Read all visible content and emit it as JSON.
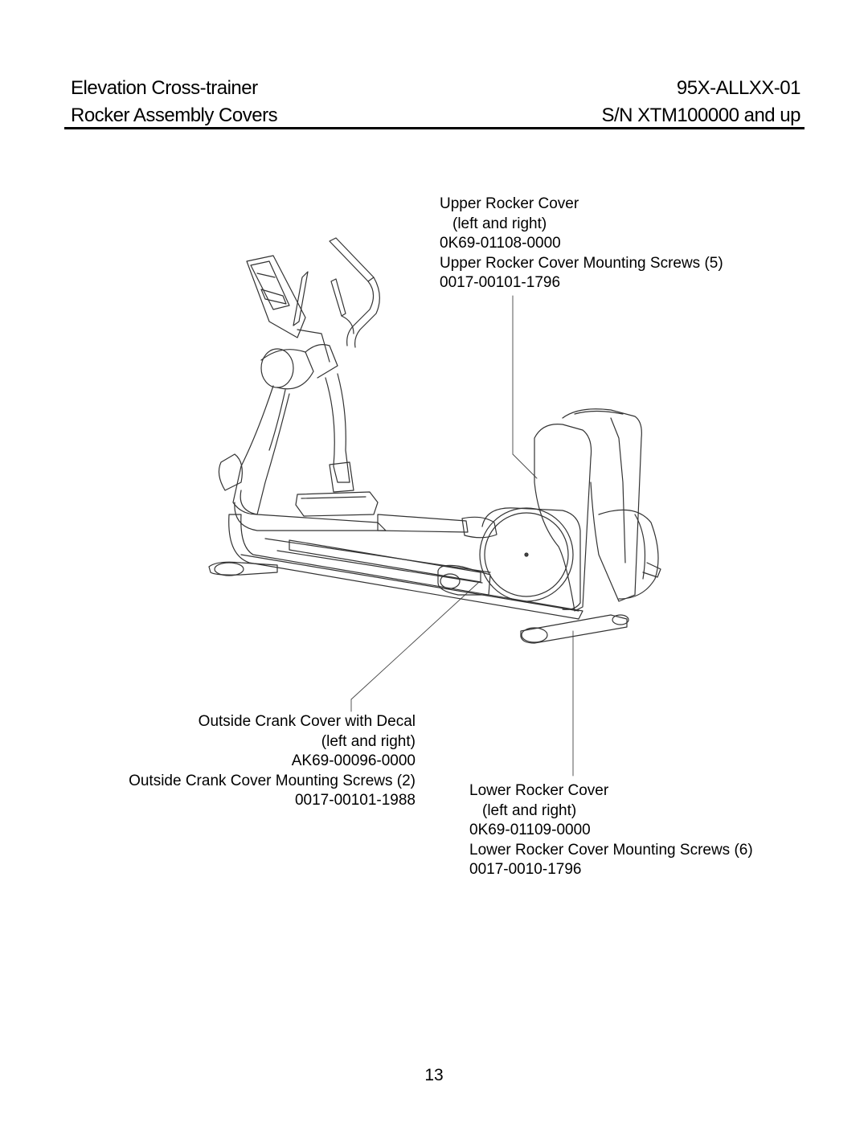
{
  "header": {
    "title_left": "Elevation Cross-trainer",
    "title_right": "95X-ALLXX-01",
    "subtitle_left": "Rocker Assembly Covers",
    "subtitle_right": "S/N XTM100000 and up"
  },
  "callouts": {
    "upper": {
      "name": "Upper Rocker Cover",
      "sides": "(left and right)",
      "part_no": "0K69-01108-0000",
      "screws": "Upper Rocker Cover Mounting Screws (5)",
      "screw_no": "0017-00101-1796"
    },
    "crank": {
      "name": "Outside Crank Cover with Decal",
      "sides": "(left and right)",
      "part_no": "AK69-00096-0000",
      "screws": "Outside Crank Cover Mounting Screws (2)",
      "screw_no": "0017-00101-1988"
    },
    "lower": {
      "name": "Lower Rocker Cover",
      "sides": "(left and right)",
      "part_no": "0K69-01109-0000",
      "screws": "Lower Rocker Cover Mounting Screws (6)",
      "screw_no": "0017-0010-1796"
    }
  },
  "page_number": "13"
}
